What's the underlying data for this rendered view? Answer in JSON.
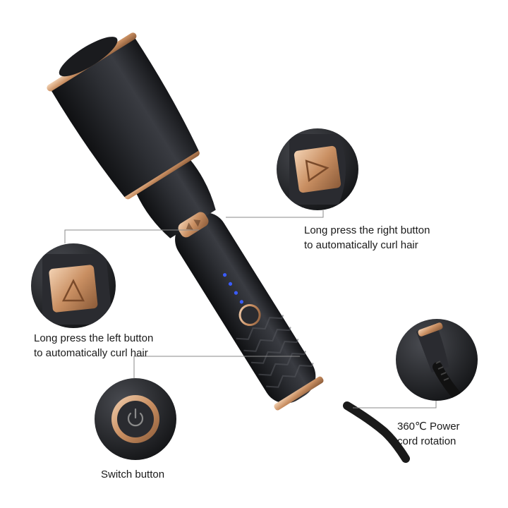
{
  "product": {
    "colors": {
      "body": "#1c1d20",
      "body_highlight": "#4a4c52",
      "accent_gold": "#d9a57a",
      "led": "#3a5cff",
      "background": "#ffffff",
      "leader_line": "#8a8a8a"
    }
  },
  "callouts": {
    "right_button": {
      "line1": "Long press the right button",
      "line2": "to automatically curl hair",
      "icon": "triangle-right-icon"
    },
    "left_button": {
      "line1": "Long press the left button",
      "line2": "to automatically curl hair",
      "icon": "triangle-left-icon"
    },
    "power_cord": {
      "line1": "360℃ Power",
      "line2": "cord rotation",
      "icon": "swivel-cord-icon"
    },
    "switch": {
      "line1": "Switch button",
      "icon": "power-icon"
    }
  }
}
